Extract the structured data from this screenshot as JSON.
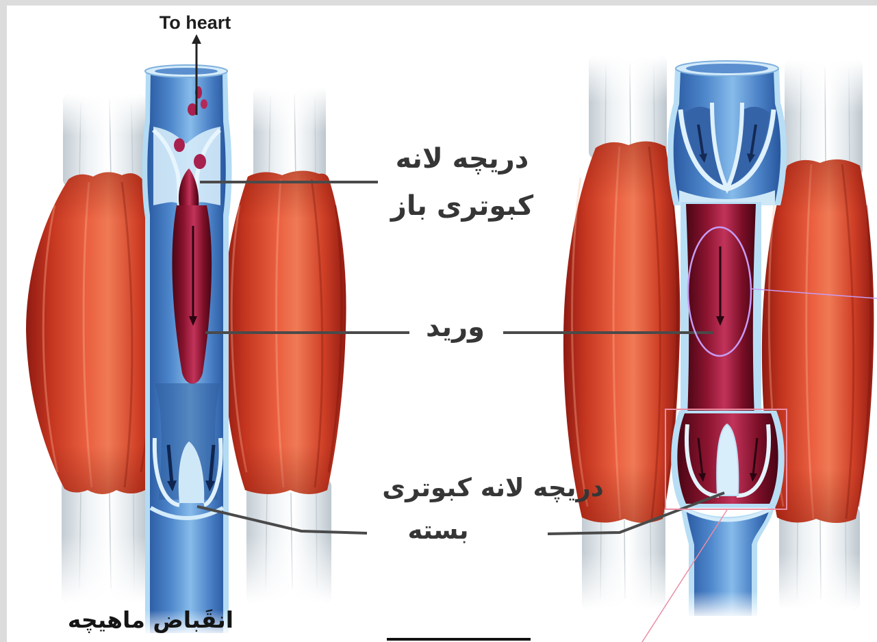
{
  "labels": {
    "to_heart": "To heart",
    "open_valve": {
      "line1": "دریچه لانه",
      "line2": "کبوتری باز"
    },
    "vein": "ورید",
    "closed_valve": {
      "line1": "دریچه لانه کبوتری",
      "line2": "بسته"
    },
    "muscle_contraction": "انقَباض ماهیچه"
  },
  "colors": {
    "muscle": "#e0553a",
    "vein_blue": "#4f88cc",
    "blood_red": "#8c1430",
    "label_line": "#4a4a4a",
    "highlight_ellipse": "#c79cf4",
    "highlight_box": "#ea8da3"
  }
}
